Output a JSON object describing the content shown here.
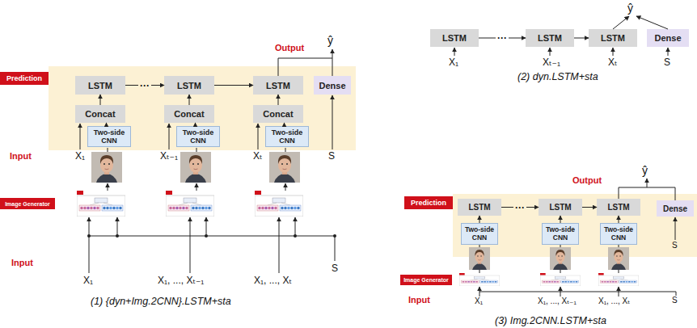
{
  "diagram": {
    "nodes": [
      {
        "text": [
          "Prediction"
        ]
      },
      {
        "text": [
          "LSTM"
        ],
        "in": 0
      },
      {
        "text": [
          "LSTM"
        ],
        "in": 0
      },
      {
        "text": [
          "LSTM"
        ],
        "in": 0
      },
      {
        "text": [
          "Dense"
        ],
        "in": 0
      },
      {
        "text": [
          "Concat"
        ],
        "in": 0
      },
      {
        "text": [
          "Concat"
        ],
        "in": 0
      },
      {
        "text": [
          "Concat"
        ],
        "in": 0
      },
      {
        "text": [
          "Two-side CNN"
        ],
        "in": 0
      },
      {
        "text": [
          "Two-side CNN"
        ],
        "in": 0
      },
      {
        "text": [
          "Two-side CNN"
        ],
        "in": 0
      },
      {
        "text": [
          "Image Generator"
        ]
      },
      {
        "text": [
          "LSTM"
        ]
      },
      {
        "text": [
          "LSTM"
        ]
      },
      {
        "text": [
          "LSTM"
        ]
      },
      {
        "text": [
          "Dense"
        ]
      },
      {
        "text": [
          "Prediction"
        ]
      },
      {
        "text": [
          "LSTM"
        ],
        "in": 16
      },
      {
        "text": [
          "LSTM"
        ],
        "in": 16
      },
      {
        "text": [
          "LSTM"
        ],
        "in": 16
      },
      {
        "text": [
          "Dense"
        ],
        "in": 16
      },
      {
        "text": [
          "Two-side CNN"
        ],
        "in": 16
      },
      {
        "text": [
          "Two-side CNN"
        ],
        "in": 16
      },
      {
        "text": [
          "Two-side CNN"
        ],
        "in": 16
      },
      {
        "text": [
          "Image Generator"
        ]
      }
    ],
    "edges": [
      {
        "from": 1,
        "to": 2,
        "arrow": "to",
        "label": "···"
      },
      {
        "from": 2,
        "to": 3,
        "arrow": "to"
      },
      {
        "from": 5,
        "to": 1,
        "arrow": "to"
      },
      {
        "from": 6,
        "to": 2,
        "arrow": "to"
      },
      {
        "from": 7,
        "to": 3,
        "arrow": "to"
      },
      {
        "from": 8,
        "to": 5,
        "arrow": "to"
      },
      {
        "from": 9,
        "to": 6,
        "arrow": "to"
      },
      {
        "from": 10,
        "to": 7,
        "arrow": "to"
      },
      {
        "from": 12,
        "to": 13,
        "arrow": "to",
        "label": "···"
      },
      {
        "from": 13,
        "to": 14,
        "arrow": "to"
      },
      {
        "from": 17,
        "to": 18,
        "arrow": "to",
        "label": "···"
      },
      {
        "from": 18,
        "to": 19,
        "arrow": "to"
      },
      {
        "from": 21,
        "to": 17,
        "arrow": "to"
      },
      {
        "from": 22,
        "to": 18,
        "arrow": "to"
      },
      {
        "from": 23,
        "to": 19,
        "arrow": "to"
      }
    ],
    "labels": [
      "Output",
      "ŷ",
      "Input",
      "X₁",
      "Xₜ₋₁",
      "Xₜ",
      "S",
      "Input",
      "X₁",
      "X₁, ..., Xₜ₋₁",
      "X₁, ..., Xₜ",
      "S",
      "(1) {dyn+Img.2CNN}.LSTM+sta",
      "ŷ",
      "X₁",
      "Xₜ₋₁",
      "Xₜ",
      "S",
      "(2) dyn.LSTM+sta",
      "Output",
      "ŷ",
      "Input",
      "X₁",
      "X₁, ..., Xₜ₋₁",
      "X₁, ..., Xₜ",
      "S",
      "S",
      "(3) Img.2CNN.LSTM+sta"
    ]
  }
}
